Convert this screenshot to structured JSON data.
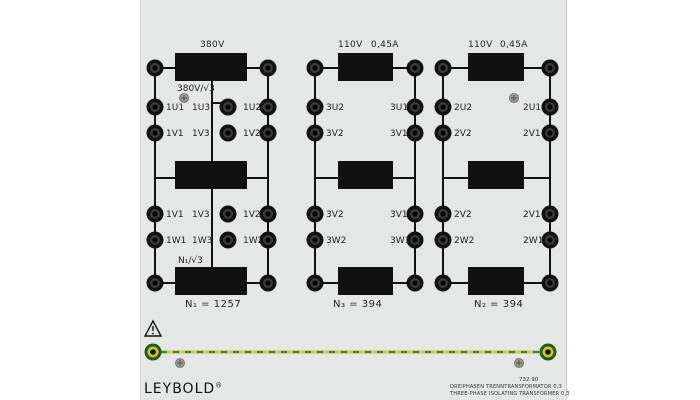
{
  "panel": {
    "brand": "LEYBOLD",
    "brand_mark": "®",
    "model_number": "732 90",
    "description_de": "DREIPHASEN TRENNTRANSFORMATOR 0,3",
    "description_en": "THREE-PHASE ISOLATING TRANSFORMER 0,3",
    "colors": {
      "panel": "#e5e7e6",
      "socket": "#111111",
      "earth_green": "#2f8a2f",
      "earth_yellow": "#e8cc20"
    },
    "icons": [
      "warning-triangle-icon",
      "screw-icon",
      "earth-socket-icon"
    ]
  },
  "primary": {
    "voltage": "380V",
    "star_voltage": "380V/√3",
    "neutral_voltage": "N₁/√3",
    "turns": "N₁ = 1257",
    "labels": {
      "1u1": "1U1",
      "1u3": "1U3",
      "1u2": "1U2",
      "1v1": "1V1",
      "1v3": "1V3",
      "1v2": "1V2",
      "1v1b": "1V1",
      "1v3b": "1V3",
      "1v2b": "1V2",
      "1w1": "1W1",
      "1w3": "1W3",
      "1w2": "1W2"
    }
  },
  "secondary3": {
    "rating_v": "110V",
    "rating_a": "0,45A",
    "turns": "N₃ = 394",
    "labels": {
      "3u2": "3U2",
      "3u1": "3U1",
      "3v2": "3V2",
      "3v1": "3V1",
      "3v2b": "3V2",
      "3v1b": "3V1",
      "3w2": "3W2",
      "3w1": "3W1"
    }
  },
  "secondary2": {
    "rating_v": "110V",
    "rating_a": "0,45A",
    "turns": "N₂ = 394",
    "labels": {
      "2u2": "2U2",
      "2u1": "2U1",
      "2v2": "2V2",
      "2v1": "2V1",
      "2v2b": "2V2",
      "2v1b": "2V1",
      "2w2": "2W2",
      "2w1": "2W1"
    }
  }
}
